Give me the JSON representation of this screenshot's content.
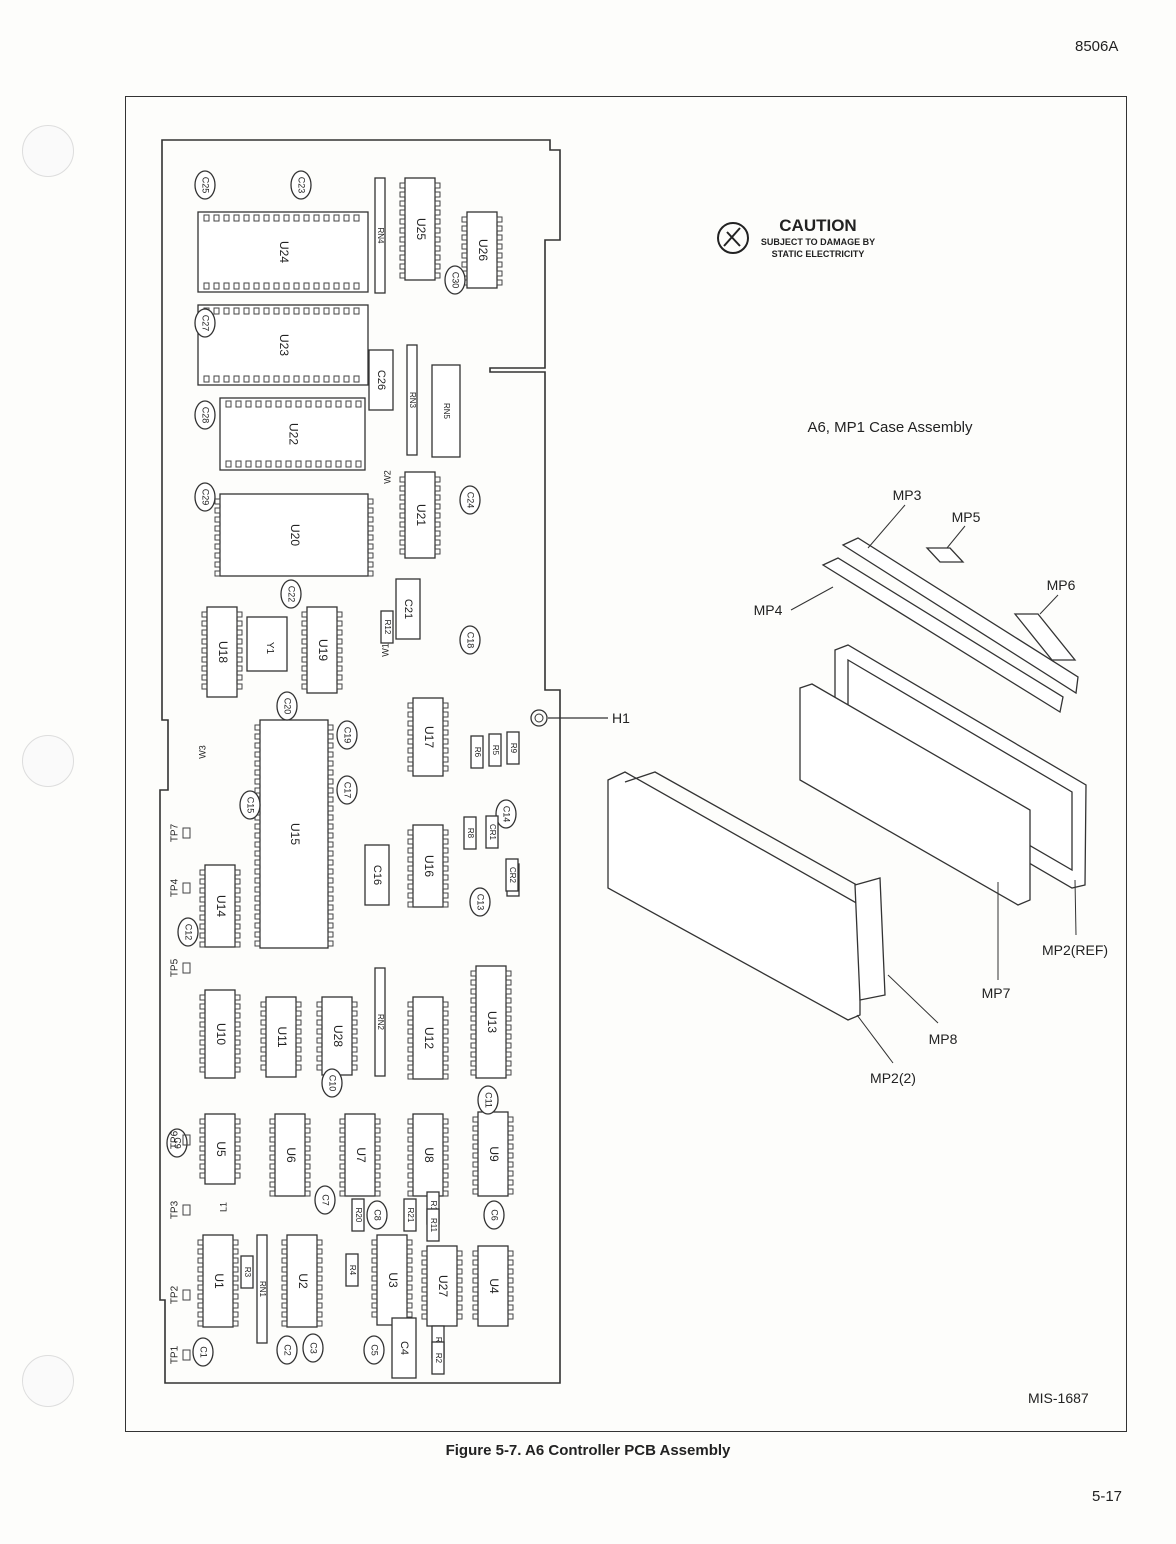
{
  "header": {
    "model": "8506A"
  },
  "figure": {
    "caption": "Figure 5-7. A6 Controller PCB Assembly",
    "page_number": "5-17",
    "drawing_ref": "MIS-1687"
  },
  "caution": {
    "title": "CAUTION",
    "line1": "SUBJECT TO DAMAGE BY",
    "line2": "STATIC ELECTRICITY"
  },
  "case_assembly": {
    "title": "A6, MP1 Case Assembly",
    "parts": [
      "MP3",
      "MP5",
      "MP6",
      "MP4",
      "MP2(REF)",
      "MP7",
      "MP8",
      "MP2(2)"
    ]
  },
  "pcb": {
    "h1": "H1",
    "ics": [
      "U24",
      "U25",
      "U26",
      "U23",
      "U22",
      "U20",
      "U21",
      "U18",
      "U19",
      "U15",
      "U17",
      "U16",
      "U14",
      "U10",
      "U11",
      "U28",
      "U12",
      "U13",
      "U5",
      "U6",
      "U7",
      "U8",
      "U9",
      "U1",
      "U2",
      "U3",
      "U27",
      "U4"
    ],
    "capacitors": [
      "C25",
      "C23",
      "C27",
      "C30",
      "C26",
      "C28",
      "C29",
      "C24",
      "C22",
      "C21",
      "C18",
      "C20",
      "C19",
      "C17",
      "C15",
      "C16",
      "C13",
      "C14",
      "C12",
      "C10",
      "C11",
      "C9",
      "C7",
      "C8",
      "C6",
      "C1",
      "C2",
      "C3",
      "C5",
      "C4"
    ],
    "resistors": [
      "R3",
      "R4",
      "R1",
      "R2",
      "R5",
      "R6",
      "R8",
      "R9",
      "R10",
      "R11",
      "R12",
      "R19",
      "R20",
      "R21",
      "CR1",
      "CR2"
    ],
    "networks": [
      "RN1",
      "RN2",
      "RN3",
      "RN4",
      "RN5"
    ],
    "test_points": [
      "TP7",
      "TP4",
      "TP5",
      "TP6",
      "TP3",
      "TP2",
      "TP1"
    ],
    "misc": [
      "Y1",
      "W1",
      "W2",
      "W3",
      "L1"
    ]
  }
}
